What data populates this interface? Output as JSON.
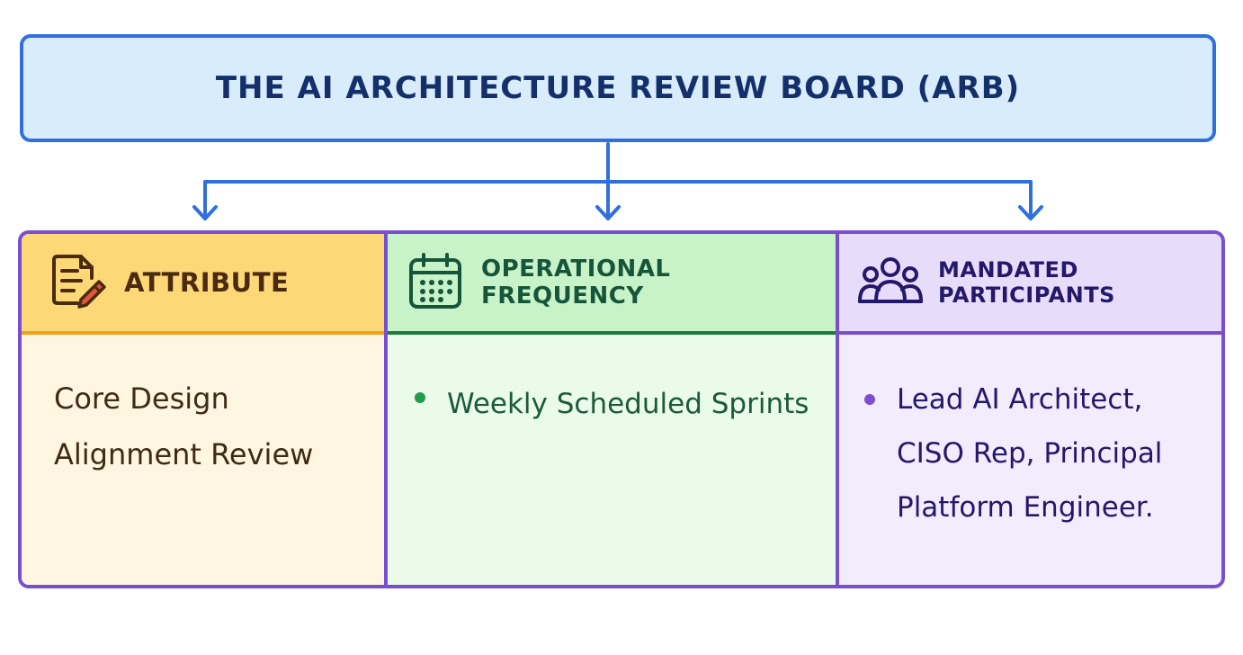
{
  "title": "THE AI ARCHITECTURE REVIEW BOARD (ARB)",
  "colors": {
    "title_border": "#2f6fde",
    "title_fill": "#d9ecfb",
    "title_text": "#14306b",
    "connector": "#2f6fde",
    "table_border": "#7a4fcf",
    "attribute_header": "#fdd876",
    "frequency_header": "#c8f3c8",
    "participants_header": "#e7dcfa"
  },
  "columns": [
    {
      "header": "ATTRIBUTE",
      "icon": "document-pencil-icon",
      "content": "Core Design Alignment Review"
    },
    {
      "header": "OPERATIONAL FREQUENCY",
      "icon": "calendar-icon",
      "bullets": [
        "Weekly Scheduled Sprints"
      ]
    },
    {
      "header": "MANDATED PARTICIPANTS",
      "icon": "people-group-icon",
      "bullets": [
        "Lead AI Architect, CISO Rep, Principal Platform Engineer."
      ]
    }
  ]
}
